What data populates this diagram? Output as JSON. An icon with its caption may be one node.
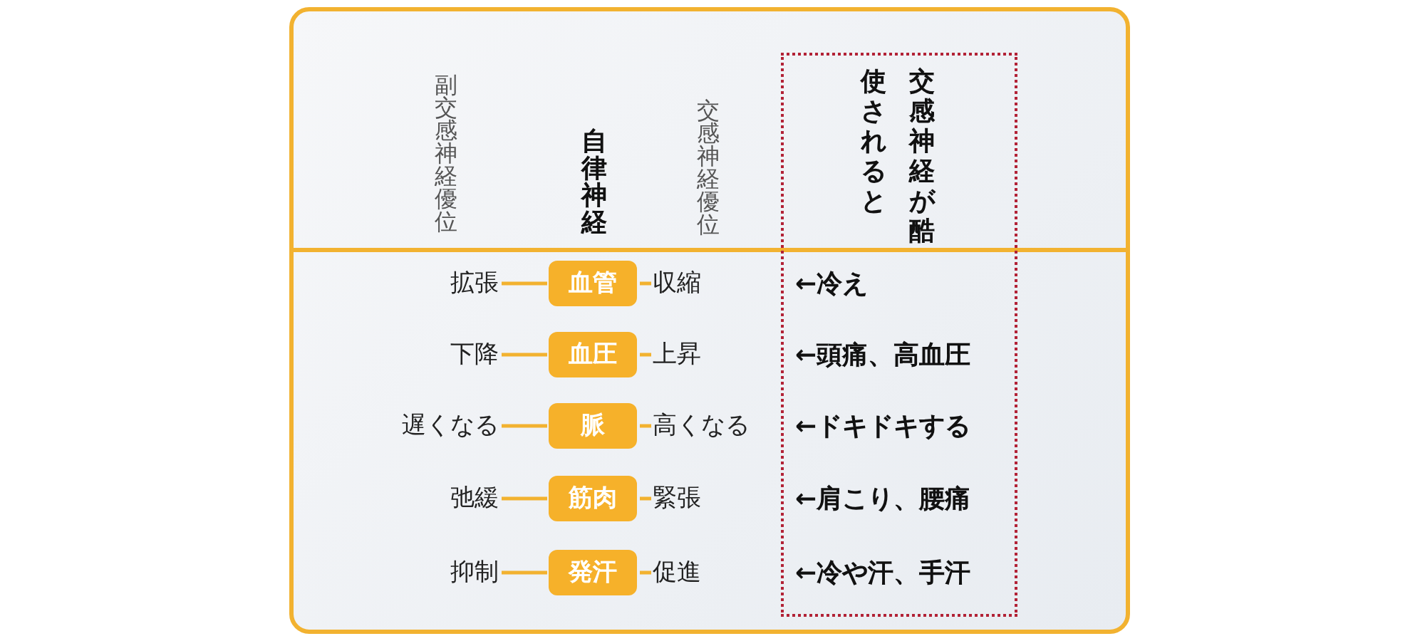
{
  "diagram": {
    "nodes": [
      {
        "text": [
          "拡張"
        ]
      },
      {
        "text": [
          "血管"
        ]
      },
      {
        "text": [
          "収縮"
        ]
      },
      {
        "text": [
          "下降"
        ]
      },
      {
        "text": [
          "血圧"
        ]
      },
      {
        "text": [
          "上昇"
        ]
      },
      {
        "text": [
          "遅くなる"
        ]
      },
      {
        "text": [
          "脈"
        ]
      },
      {
        "text": [
          "高くなる"
        ]
      },
      {
        "text": [
          "弛緩"
        ]
      },
      {
        "text": [
          "筋肉"
        ]
      },
      {
        "text": [
          "緊張"
        ]
      },
      {
        "text": [
          "抑制"
        ]
      },
      {
        "text": [
          "発汗"
        ]
      },
      {
        "text": [
          "促進"
        ]
      },
      {
        "text": [
          "交感神経が酷使されると",
          "←冷え",
          "←頭痛、高血圧",
          "←ドキドキする",
          "←肩こり、腰痛",
          "←冷や汗、手汗"
        ]
      }
    ],
    "edges": [
      {
        "from": 0,
        "to": 1,
        "arrow": "none"
      },
      {
        "from": 1,
        "to": 2,
        "arrow": "none"
      },
      {
        "from": 3,
        "to": 4,
        "arrow": "none"
      },
      {
        "from": 4,
        "to": 5,
        "arrow": "none"
      },
      {
        "from": 6,
        "to": 7,
        "arrow": "none"
      },
      {
        "from": 7,
        "to": 8,
        "arrow": "none"
      },
      {
        "from": 9,
        "to": 10,
        "arrow": "none"
      },
      {
        "from": 10,
        "to": 11,
        "arrow": "none"
      },
      {
        "from": 12,
        "to": 13,
        "arrow": "none"
      },
      {
        "from": 13,
        "to": 14,
        "arrow": "none"
      }
    ],
    "labels": [
      "副交感神経優位",
      "自律神経",
      "交感神経優位"
    ]
  }
}
